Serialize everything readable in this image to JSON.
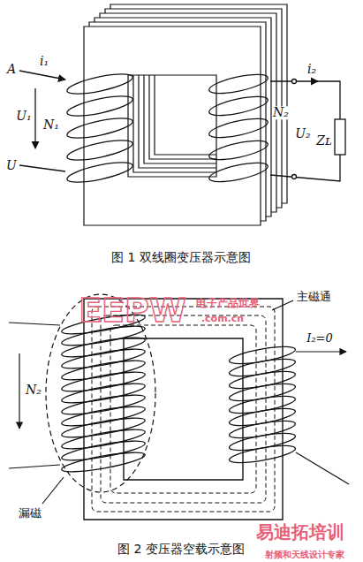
{
  "diagram": {
    "labels": [
      "A",
      "i₁",
      "U₁",
      "N₁",
      "U",
      "i₂",
      "U₂",
      "N₂",
      "Zʟ",
      "图 1 双线圈变压器示意图",
      "主磁通",
      "I₂=0",
      "N₂",
      "漏磁",
      "图 2 变压器空载示意图",
      "EEPW",
      "电子产品世界",
      ".com.cn",
      "易迪拓培训",
      "射频和天线设计专家"
    ]
  }
}
